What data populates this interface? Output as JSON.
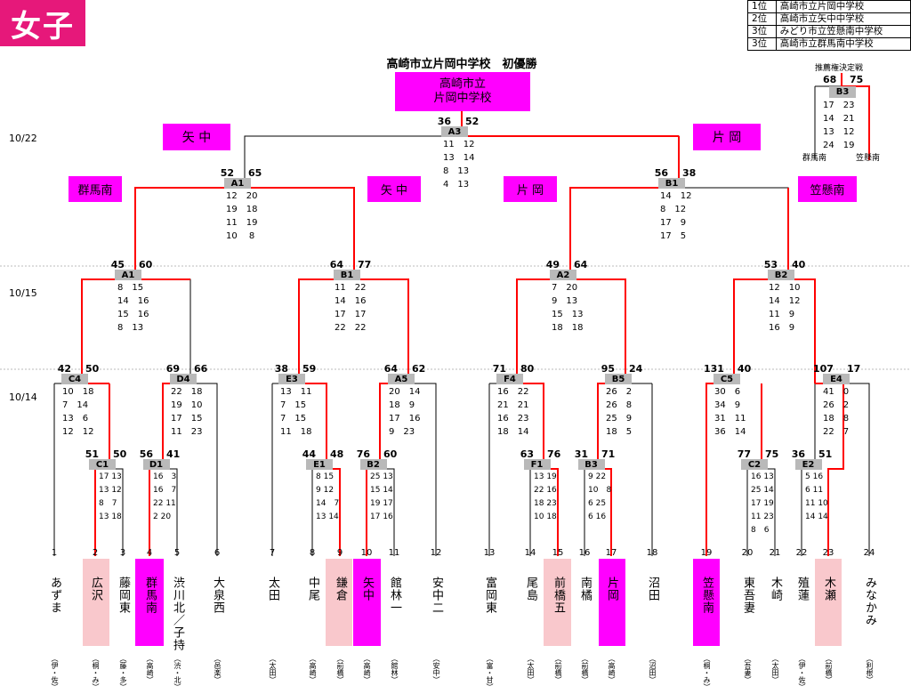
{
  "header": {
    "division": "女子",
    "champion_caption": "高崎市立片岡中学校　初優勝",
    "champion_box": [
      "高崎市立",
      "片岡中学校"
    ]
  },
  "ranking": [
    [
      "1位",
      "高崎市立片岡中学校"
    ],
    [
      "2位",
      "高崎市立矢中中学校"
    ],
    [
      "3位",
      "みどり市立笠懸南中学校"
    ],
    [
      "3位",
      "高崎市立群馬南中学校"
    ]
  ],
  "dates": {
    "d1": "10/22",
    "d2": "10/15",
    "d3": "10/14"
  },
  "colors": {
    "winner": "#ff00ff",
    "accent": "#e6187a",
    "pink": "#f9c8cc",
    "line": "#ff0000"
  },
  "labels": {
    "final_left": "矢 中",
    "final_right": "片 岡",
    "sf_a1_left": "群馬南",
    "sf_a1_right": "矢 中",
    "sf_b1_left": "片 岡",
    "sf_b1_right": "笠懸南"
  },
  "third_place": {
    "title": "推薦権決定戦",
    "name": "B3",
    "s1": "68",
    "s2": "75",
    "sets": "17　23\n14　21\n13　12\n24　19",
    "left": "群馬南",
    "right": "笠懸南"
  },
  "matches": {
    "A3": {
      "name": "A3",
      "s1": "36",
      "s2": "52",
      "sets": "11　12\n13　14\n8　13\n4　13"
    },
    "A1": {
      "name": "A1",
      "s1": "52",
      "s2": "65",
      "sets": "12　20\n19　18\n11　19\n10　 8"
    },
    "B1": {
      "name": "B1",
      "s1": "56",
      "s2": "38",
      "sets": "14　12\n8　12\n17　9\n17　5"
    },
    "QA1": {
      "name": "A1",
      "s1": "45",
      "s2": "60",
      "sets": "8　15\n14　16\n15　16\n8　13"
    },
    "QB1": {
      "name": "B1",
      "s1": "64",
      "s2": "77",
      "sets": "11　22\n14　16\n17　17\n22　22"
    },
    "QA2": {
      "name": "A2",
      "s1": "49",
      "s2": "64",
      "sets": "7　20\n9　13\n15　13\n18　18"
    },
    "QB2": {
      "name": "B2",
      "s1": "53",
      "s2": "40",
      "sets": "12　10\n14　12\n11　9\n16　9"
    },
    "C4": {
      "name": "C4",
      "s1": "42",
      "s2": "50",
      "sets": "10　18\n7　14\n13　6\n12　12"
    },
    "D4": {
      "name": "D4",
      "s1": "69",
      "s2": "66",
      "sets": "22　18\n19　10\n17　15\n11　23"
    },
    "E3": {
      "name": "E3",
      "s1": "38",
      "s2": "59",
      "sets": "13　11\n7　15\n7　15\n11　18"
    },
    "A5": {
      "name": "A5",
      "s1": "64",
      "s2": "62",
      "sets": "20　14\n18　9\n17　16\n9　23"
    },
    "F4": {
      "name": "F4",
      "s1": "71",
      "s2": "80",
      "sets": "16　22\n21　21\n16　23\n18　14"
    },
    "B5": {
      "name": "B5",
      "s1": "95",
      "s2": "24",
      "sets": "26　2\n26　8\n25　9\n18　5"
    },
    "C5": {
      "name": "C5",
      "s1": "131",
      "s2": "40",
      "sets": "30　6\n34　9\n31　11\n36　14"
    },
    "E4": {
      "name": "E4",
      "s1": "107",
      "s2": "17",
      "sets": "41　0\n26　2\n18　8\n22　7"
    },
    "C1": {
      "name": "C1",
      "s1": "51",
      "s2": "50",
      "sets": "17 13\n13 12\n8　7\n13 18"
    },
    "D1": {
      "name": "D1",
      "s1": "56",
      "s2": "41",
      "sets": "16　3\n16　7\n22 11\n2 20"
    },
    "E1": {
      "name": "E1",
      "s1": "44",
      "s2": "48",
      "sets": "8 15\n9 12\n14　7\n13 14"
    },
    "B2": {
      "name": "B2",
      "s1": "76",
      "s2": "60",
      "sets": "25 13\n15 14\n19 17\n17 16"
    },
    "F1": {
      "name": "F1",
      "s1": "63",
      "s2": "76",
      "sets": "13 19\n22 16\n18 23\n10 18"
    },
    "B3": {
      "name": "B3",
      "s1": "31",
      "s2": "71",
      "sets": "9 22\n10　8\n6 25\n6 16"
    },
    "C2": {
      "name": "C2",
      "s1": "77",
      "s2": "75",
      "sets": "16 13\n25 14\n17 19\n11 23\n8　6"
    },
    "E2": {
      "name": "E2",
      "s1": "36",
      "s2": "51",
      "sets": "5 16\n6 11\n11 10\n14 14"
    }
  },
  "teams": [
    {
      "n": "1",
      "name": "あずま",
      "region": "（伊・佐）"
    },
    {
      "n": "2",
      "name": "広沢",
      "region": "（桐・み）"
    },
    {
      "n": "3",
      "name": "藤岡東",
      "region": "（藤・多）"
    },
    {
      "n": "4",
      "name": "群馬南",
      "region": "（高崎）"
    },
    {
      "n": "5",
      "name": "渋川北／子持",
      "region": "（渋・北）"
    },
    {
      "n": "6",
      "name": "大泉西",
      "region": "（邑楽）"
    },
    {
      "n": "7",
      "name": "太田",
      "region": "（太田）"
    },
    {
      "n": "8",
      "name": "中尾",
      "region": "（高崎）"
    },
    {
      "n": "9",
      "name": "鎌倉",
      "region": "（前橋）"
    },
    {
      "n": "10",
      "name": "矢中",
      "region": "（高崎）"
    },
    {
      "n": "11",
      "name": "館林一",
      "region": "（館林）"
    },
    {
      "n": "12",
      "name": "安中二",
      "region": "（安中）"
    },
    {
      "n": "13",
      "name": "富岡東",
      "region": "（富・甘）"
    },
    {
      "n": "14",
      "name": "尾島",
      "region": "（太田）"
    },
    {
      "n": "15",
      "name": "前橋五",
      "region": "（前橋）"
    },
    {
      "n": "16",
      "name": "南橘",
      "region": "（前橋）"
    },
    {
      "n": "17",
      "name": "片岡",
      "region": "（高崎）"
    },
    {
      "n": "18",
      "name": "沼田",
      "region": "（沼田）"
    },
    {
      "n": "19",
      "name": "笠懸南",
      "region": "（桐・み）"
    },
    {
      "n": "20",
      "name": "東吾妻",
      "region": "（吾妻）"
    },
    {
      "n": "21",
      "name": "木崎",
      "region": "（太田）"
    },
    {
      "n": "22",
      "name": "殖蓮",
      "region": "（伊・佐）"
    },
    {
      "n": "23",
      "name": "木瀬",
      "region": "（前橋）"
    },
    {
      "n": "24",
      "name": "みなかみ",
      "region": "（利根）"
    }
  ]
}
